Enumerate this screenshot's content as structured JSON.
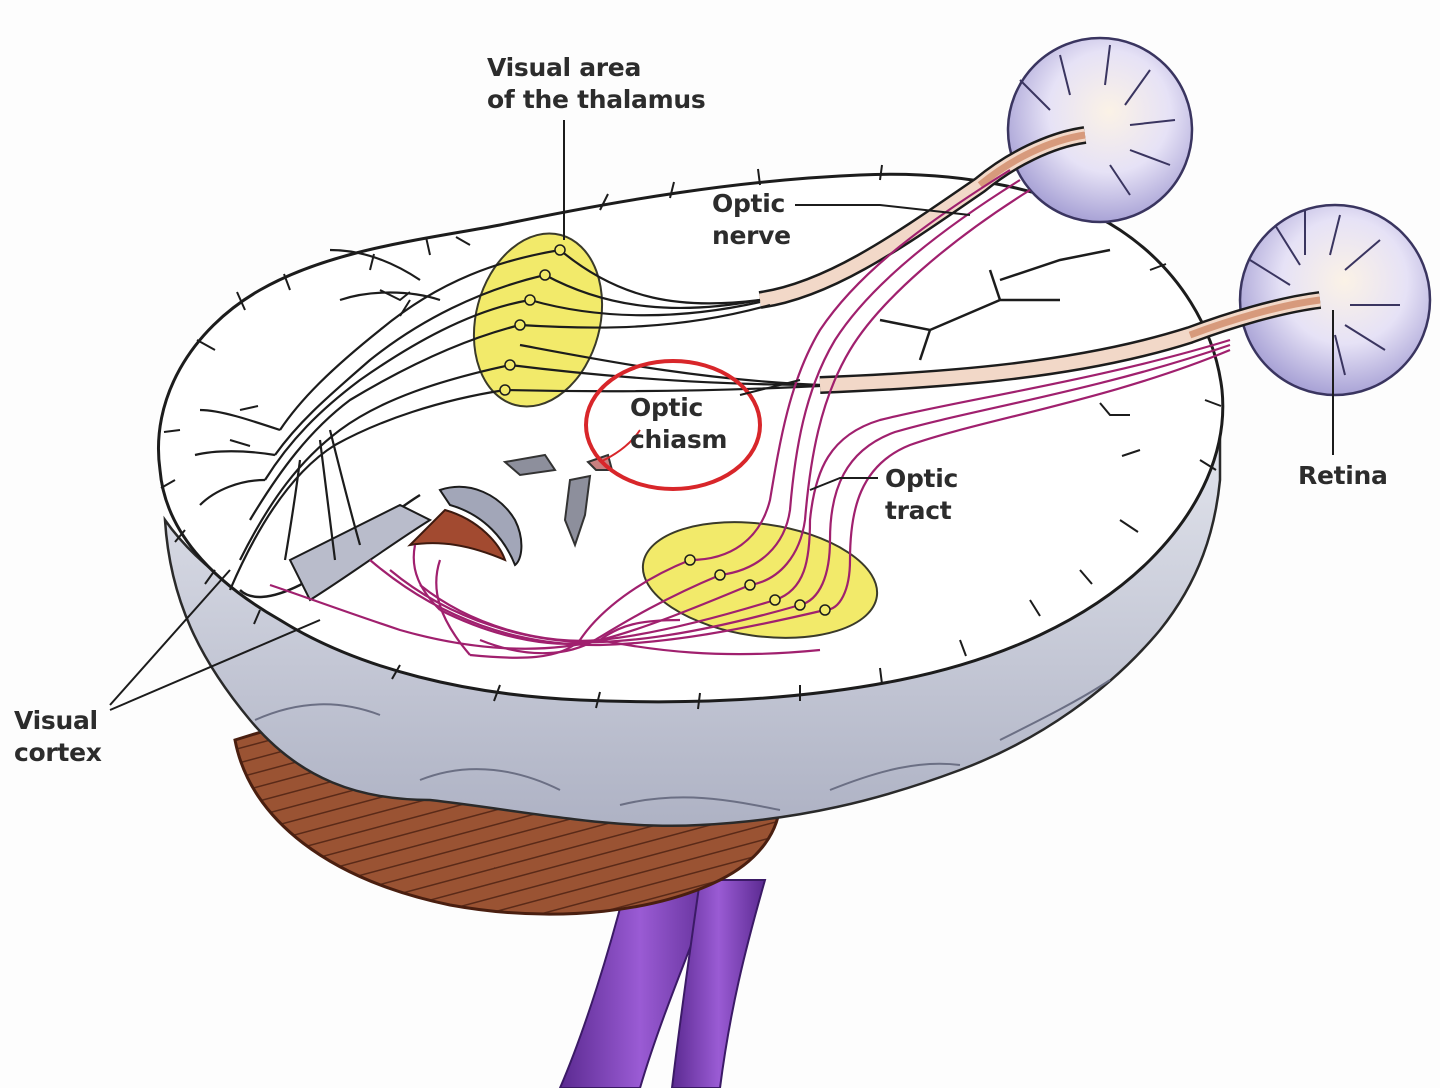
{
  "labels": {
    "thalamus": {
      "line1": "Visual area",
      "line2": "of the thalamus"
    },
    "optic_nerve": {
      "line1": "Optic",
      "line2": "nerve"
    },
    "optic_chiasm": {
      "line1": "Optic",
      "line2": "chiasm"
    },
    "optic_tract": {
      "line1": "Optic",
      "line2": "tract"
    },
    "retina": {
      "line1": "Retina"
    },
    "visual_cortex": {
      "line1": "Visual",
      "line2": "cortex"
    }
  },
  "colors": {
    "background": "#fdfdfd",
    "brain_surface": "#ffffff",
    "brain_side": "#c9ccd8",
    "cerebellum": "#8a4a2e",
    "brainstem": "#7b3fb0",
    "thalamus_fill": "#f2ea6a",
    "highlight_circle": "#d8262a",
    "nerve_black": "#1a1a1a",
    "nerve_magenta": "#a0206e",
    "eyeball": "#d9d6f0"
  }
}
